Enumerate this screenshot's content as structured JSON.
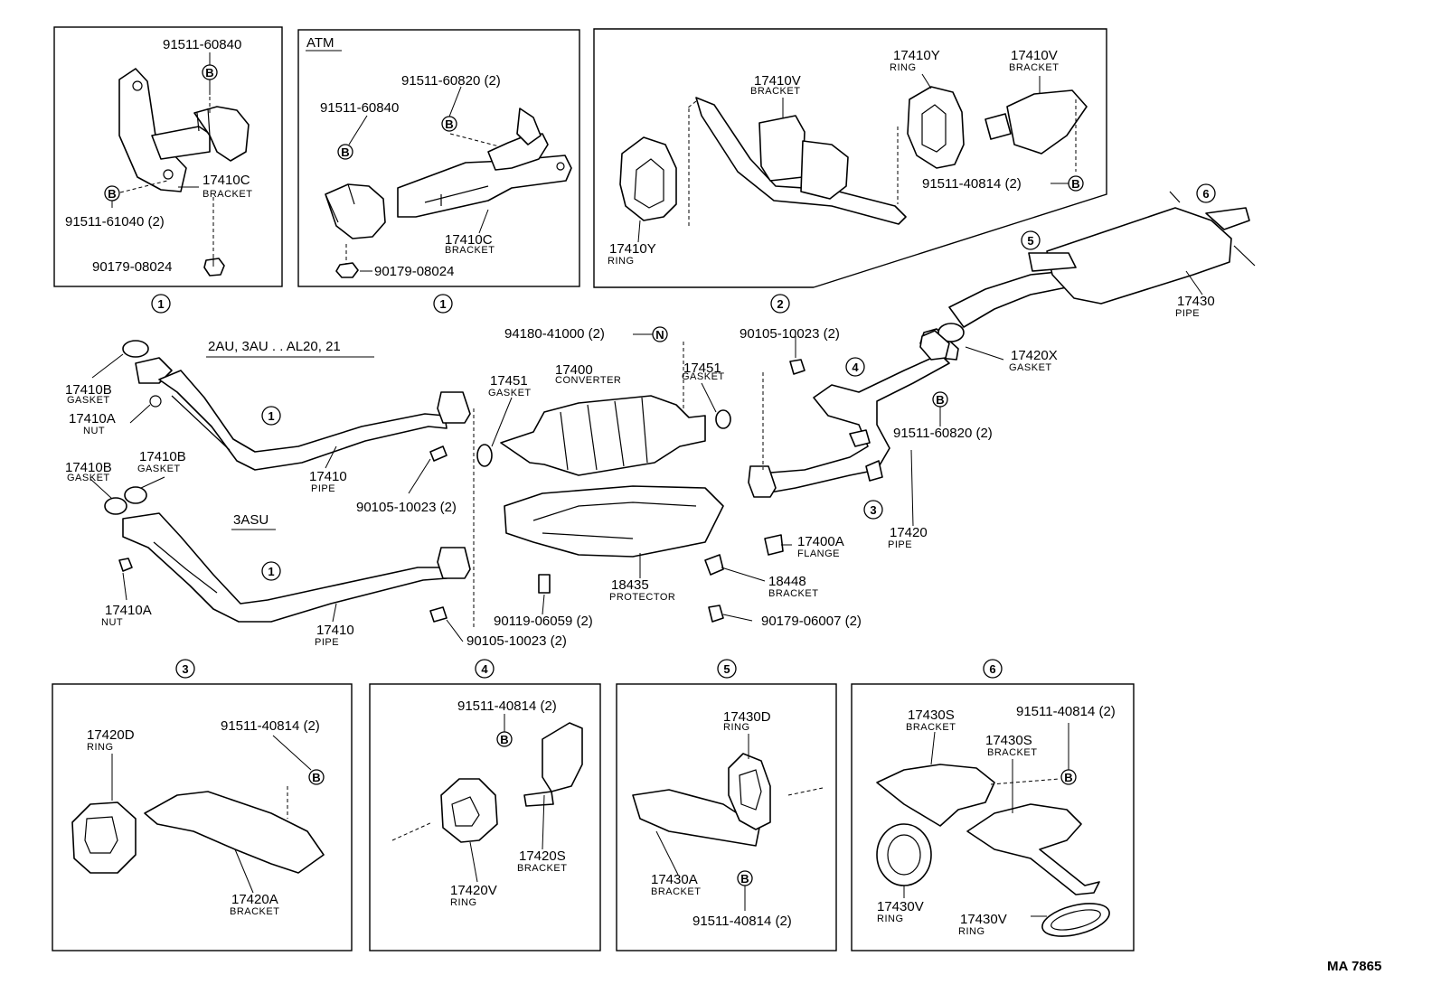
{
  "diagram_id": "MA 7865",
  "variant_titles": {
    "atm": "ATM",
    "engine_a": "2AU, 3AU . . AL20, 21",
    "engine_b": "3ASU"
  },
  "view_markers": [
    "1",
    "2",
    "3",
    "4",
    "5",
    "6"
  ],
  "callouts": [
    {
      "id": "c01",
      "number": "91511-60840",
      "name": ""
    },
    {
      "id": "c02",
      "number": "17410C",
      "name": "BRACKET"
    },
    {
      "id": "c03",
      "number": "91511-61040 (2)",
      "name": ""
    },
    {
      "id": "c04",
      "number": "90179-08024",
      "name": ""
    },
    {
      "id": "c05",
      "number": "91511-60820 (2)",
      "name": ""
    },
    {
      "id": "c06",
      "number": "91511-60840",
      "name": ""
    },
    {
      "id": "c07",
      "number": "17410C",
      "name": "BRACKET"
    },
    {
      "id": "c08",
      "number": "90179-08024",
      "name": ""
    },
    {
      "id": "c09",
      "number": "17410V",
      "name": "BRACKET"
    },
    {
      "id": "c10",
      "number": "17410Y",
      "name": "RING"
    },
    {
      "id": "c11",
      "number": "17410V",
      "name": "BRACKET"
    },
    {
      "id": "c12",
      "number": "91511-40814 (2)",
      "name": ""
    },
    {
      "id": "c13",
      "number": "17410Y",
      "name": "RING"
    },
    {
      "id": "c14",
      "number": "17430",
      "name": "PIPE"
    },
    {
      "id": "c15",
      "number": "17410B",
      "name": "GASKET"
    },
    {
      "id": "c16",
      "number": "17410A",
      "name": "NUT"
    },
    {
      "id": "c17",
      "number": "17410",
      "name": "PIPE"
    },
    {
      "id": "c18",
      "number": "94180-41000 (2)",
      "name": ""
    },
    {
      "id": "c19",
      "number": "17451",
      "name": "GASKET"
    },
    {
      "id": "c20",
      "number": "17400",
      "name": "CONVERTER"
    },
    {
      "id": "c21",
      "number": "17451",
      "name": "GASKET"
    },
    {
      "id": "c22",
      "number": "90105-10023 (2)",
      "name": ""
    },
    {
      "id": "c23",
      "number": "17420X",
      "name": "GASKET"
    },
    {
      "id": "c24",
      "number": "91511-60820 (2)",
      "name": ""
    },
    {
      "id": "c25",
      "number": "17420",
      "name": "PIPE"
    },
    {
      "id": "c26",
      "number": "90105-10023 (2)",
      "name": ""
    },
    {
      "id": "c27",
      "number": "17410B",
      "name": "GASKET"
    },
    {
      "id": "c28",
      "number": "17410B",
      "name": "GASKET"
    },
    {
      "id": "c29",
      "number": "17410A",
      "name": "NUT"
    },
    {
      "id": "c30",
      "number": "17410",
      "name": "PIPE"
    },
    {
      "id": "c31",
      "number": "17400A",
      "name": "FLANGE"
    },
    {
      "id": "c32",
      "number": "18435",
      "name": "PROTECTOR"
    },
    {
      "id": "c33",
      "number": "18448",
      "name": "BRACKET"
    },
    {
      "id": "c34",
      "number": "90119-06059 (2)",
      "name": ""
    },
    {
      "id": "c35",
      "number": "90179-06007 (2)",
      "name": ""
    },
    {
      "id": "c36",
      "number": "90105-10023 (2)",
      "name": ""
    },
    {
      "id": "c37",
      "number": "17420D",
      "name": "RING"
    },
    {
      "id": "c38",
      "number": "91511-40814 (2)",
      "name": ""
    },
    {
      "id": "c39",
      "number": "17420A",
      "name": "BRACKET"
    },
    {
      "id": "c40",
      "number": "91511-40814 (2)",
      "name": ""
    },
    {
      "id": "c41",
      "number": "17420S",
      "name": "BRACKET"
    },
    {
      "id": "c42",
      "number": "17420V",
      "name": "RING"
    },
    {
      "id": "c43",
      "number": "17430D",
      "name": "RING"
    },
    {
      "id": "c44",
      "number": "17430A",
      "name": "BRACKET"
    },
    {
      "id": "c45",
      "number": "91511-40814 (2)",
      "name": ""
    },
    {
      "id": "c46",
      "number": "17430S",
      "name": "BRACKET"
    },
    {
      "id": "c47",
      "number": "91511-40814 (2)",
      "name": ""
    },
    {
      "id": "c48",
      "number": "17430S",
      "name": "BRACKET"
    },
    {
      "id": "c49",
      "number": "17430V",
      "name": "RING"
    },
    {
      "id": "c50",
      "number": "17430V",
      "name": "RING"
    }
  ],
  "symbols": {
    "bolt": "B",
    "nut": "N"
  }
}
